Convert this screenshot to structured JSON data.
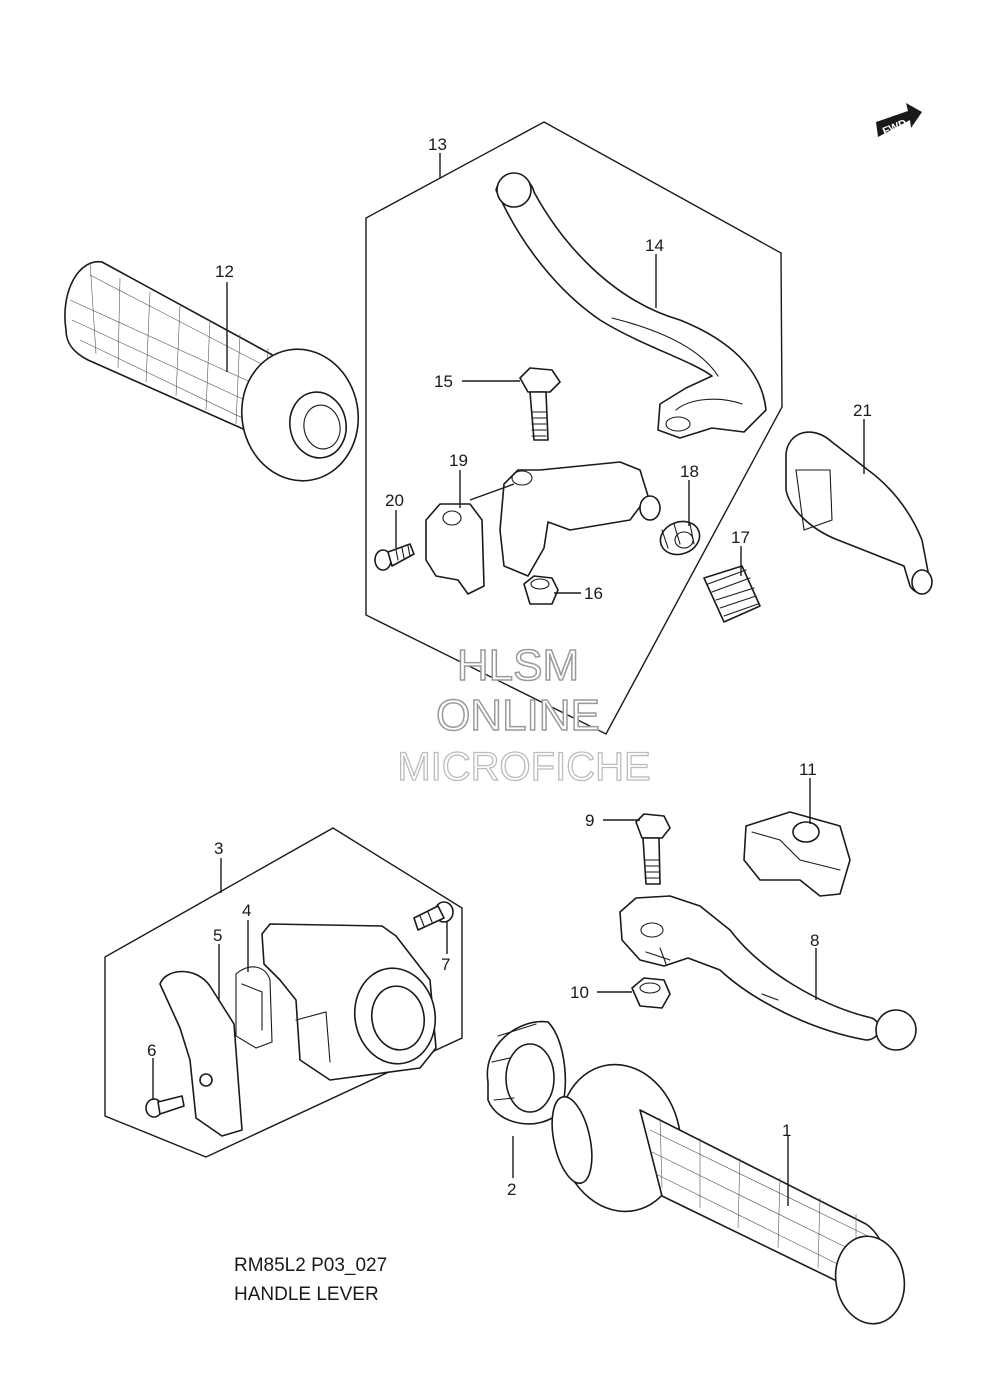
{
  "diagram": {
    "caption_code": "RM85L2 P03_027",
    "caption_title": "HANDLE LEVER",
    "direction_badge": "FWD",
    "watermark": [
      "HLSM",
      "ONLINE",
      "MICROFICHE"
    ],
    "callouts": [
      "1",
      "2",
      "3",
      "4",
      "5",
      "6",
      "7",
      "8",
      "9",
      "10",
      "11",
      "12",
      "13",
      "14",
      "15",
      "16",
      "17",
      "18",
      "19",
      "20",
      "21"
    ]
  }
}
